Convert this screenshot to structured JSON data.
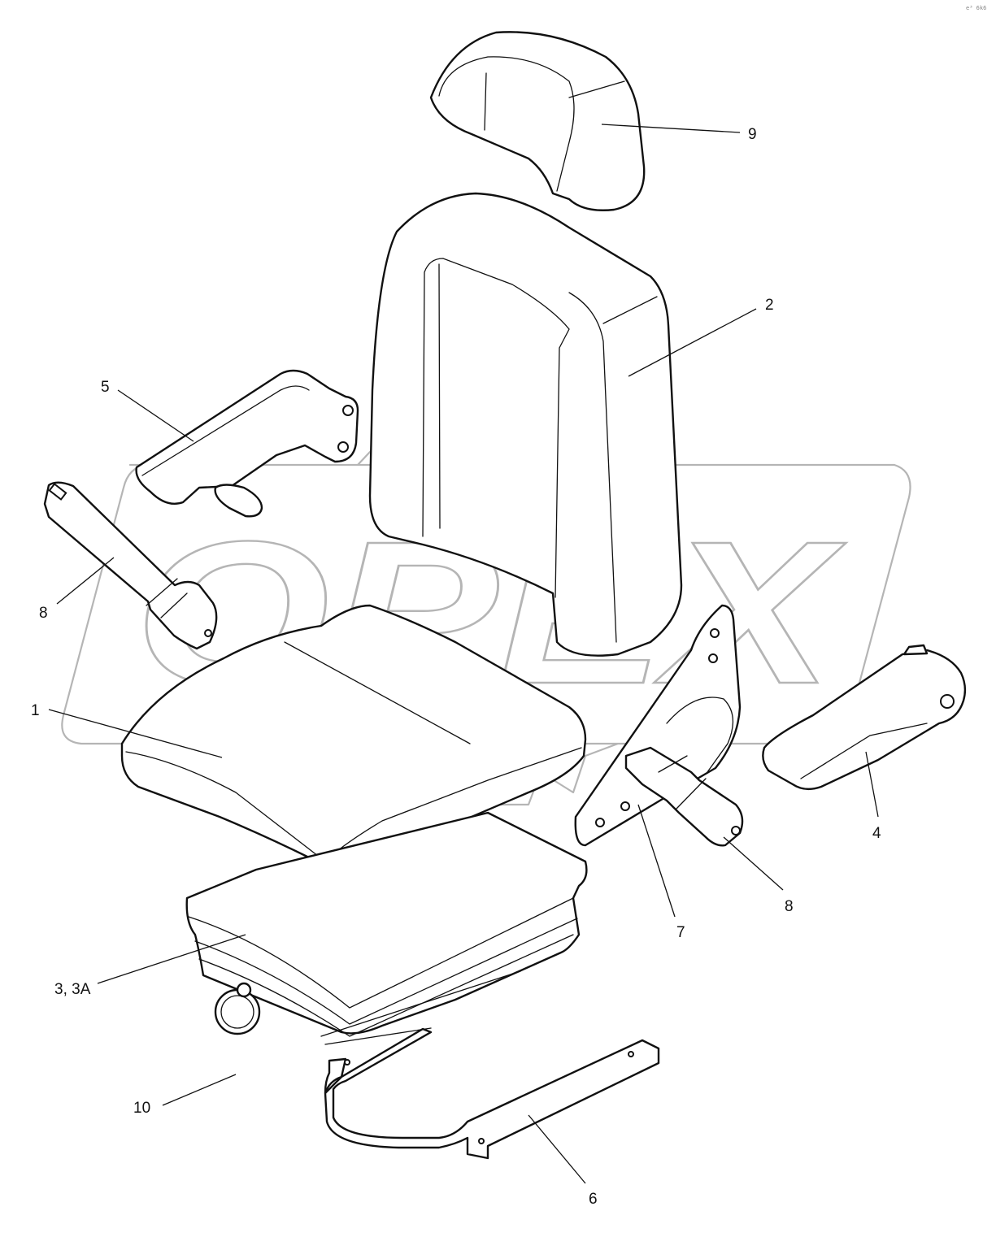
{
  "watermark": {
    "text": "OPEX"
  },
  "corner_mark": "e³ 6k6",
  "callouts": {
    "c1": "1",
    "c2": "2",
    "c3": "3, 3A",
    "c4": "4",
    "c5": "5",
    "c6": "6",
    "c7": "7",
    "c8_left": "8",
    "c8_right": "8",
    "c9": "9",
    "c10": "10"
  }
}
